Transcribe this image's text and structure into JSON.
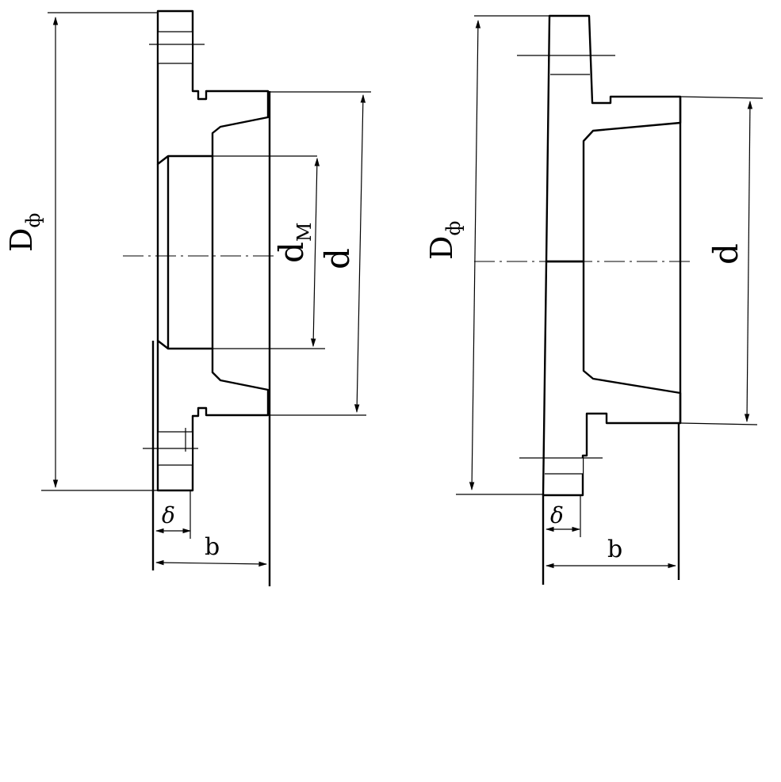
{
  "colors": {
    "ink": "#000000",
    "paper": "#ffffff"
  },
  "left_figure": {
    "flange_diameter_label": {
      "main": "D",
      "sub": "ф"
    },
    "bore_diameter_label": {
      "main": "d",
      "sub": "М"
    },
    "outer_diameter_label": "d",
    "thickness_label": "δ",
    "width_label": "b"
  },
  "right_figure": {
    "flange_diameter_label": {
      "main": "D",
      "sub": "ф"
    },
    "outer_diameter_label": "d",
    "thickness_label": "δ",
    "width_label": "b"
  }
}
